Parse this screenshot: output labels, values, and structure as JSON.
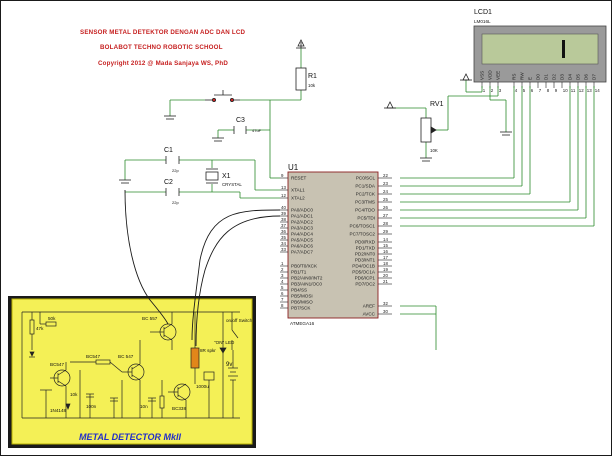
{
  "header": {
    "line1": "SENSOR METAL DETEKTOR DENGAN ADC DAN LCD",
    "line2": "BOLABOT TECHNO ROBOTIC SCHOOL",
    "line3": "Copyright 2012 @ Mada Sanjaya WS, PhD"
  },
  "components": {
    "lcd": {
      "ref": "LCD1",
      "part": "LM016L"
    },
    "r1": {
      "ref": "R1",
      "value": "10k"
    },
    "rv1": {
      "ref": "RV1",
      "value": "10K"
    },
    "c1": {
      "ref": "C1",
      "value": "22p"
    },
    "c2": {
      "ref": "C2",
      "value": "22p"
    },
    "c3": {
      "ref": "C3",
      "value": "47uF"
    },
    "x1": {
      "ref": "X1",
      "value": "CRYSTAL"
    },
    "u1": {
      "ref": "U1",
      "part": "ATMEGA16"
    }
  },
  "lcd_pins": [
    "VSS",
    "VDD",
    "VEE",
    "RS",
    "RW",
    "E",
    "D0",
    "D1",
    "D2",
    "D3",
    "D4",
    "D5",
    "D6",
    "D7"
  ],
  "lcd_pin_numbers": [
    "1",
    "2",
    "3",
    "4",
    "5",
    "6",
    "7",
    "8",
    "9",
    "10",
    "11",
    "12",
    "13",
    "14"
  ],
  "u1_left_pins": [
    {
      "num": "9",
      "name": "RESET"
    },
    {
      "num": "13",
      "name": "XTAL1"
    },
    {
      "num": "12",
      "name": "XTAL2"
    },
    {
      "num": "40",
      "name": "PA0/ADC0"
    },
    {
      "num": "39",
      "name": "PA1/ADC1"
    },
    {
      "num": "38",
      "name": "PA2/ADC2"
    },
    {
      "num": "37",
      "name": "PA3/ADC3"
    },
    {
      "num": "36",
      "name": "PA4/ADC4"
    },
    {
      "num": "35",
      "name": "PA5/ADC5"
    },
    {
      "num": "34",
      "name": "PA6/ADC6"
    },
    {
      "num": "33",
      "name": "PA7/ADC7"
    },
    {
      "num": "1",
      "name": "PB0/T0/XCK"
    },
    {
      "num": "2",
      "name": "PB1/T1"
    },
    {
      "num": "3",
      "name": "PB2/AIN0/INT2"
    },
    {
      "num": "4",
      "name": "PB3/AIN1/OC0"
    },
    {
      "num": "5",
      "name": "PB4/SS"
    },
    {
      "num": "6",
      "name": "PB5/MOSI"
    },
    {
      "num": "7",
      "name": "PB6/MISO"
    },
    {
      "num": "8",
      "name": "PB7/SCK"
    }
  ],
  "u1_right_pins": [
    {
      "num": "22",
      "name": "PC0/SCL"
    },
    {
      "num": "23",
      "name": "PC1/SDA"
    },
    {
      "num": "24",
      "name": "PC2/TCK"
    },
    {
      "num": "25",
      "name": "PC3/TMS"
    },
    {
      "num": "26",
      "name": "PC4/TDO"
    },
    {
      "num": "27",
      "name": "PC5/TDI"
    },
    {
      "num": "28",
      "name": "PC6/TOSC1"
    },
    {
      "num": "29",
      "name": "PC7/TOSC2"
    },
    {
      "num": "14",
      "name": "PD0/RXD"
    },
    {
      "num": "15",
      "name": "PD1/TXD"
    },
    {
      "num": "16",
      "name": "PD2/INT0"
    },
    {
      "num": "17",
      "name": "PD3/INT1"
    },
    {
      "num": "18",
      "name": "PD4/OC1B"
    },
    {
      "num": "19",
      "name": "PD5/OC1A"
    },
    {
      "num": "20",
      "name": "PD6/ICP1"
    },
    {
      "num": "21",
      "name": "PD7/OC2"
    },
    {
      "num": "32",
      "name": "AREF"
    },
    {
      "num": "30",
      "name": "AVCC"
    }
  ],
  "metal_detector": {
    "title": "METAL DETECTOR MkII",
    "labels": {
      "bc547a": "BC547",
      "bc547b": "BC547",
      "bc547c": "BC 547",
      "bc557": "BC 557",
      "bc338": "BC338",
      "r50k": "50k",
      "r47k": "47k",
      "r10k": "10k",
      "diode": "1N4148",
      "c100n": "100n",
      "c10n": "10n",
      "c1000u": "1000u",
      "coil": "8R spkr",
      "switch": "on/off Switch",
      "led": "\"ON\" LED",
      "battery": "9v"
    }
  }
}
